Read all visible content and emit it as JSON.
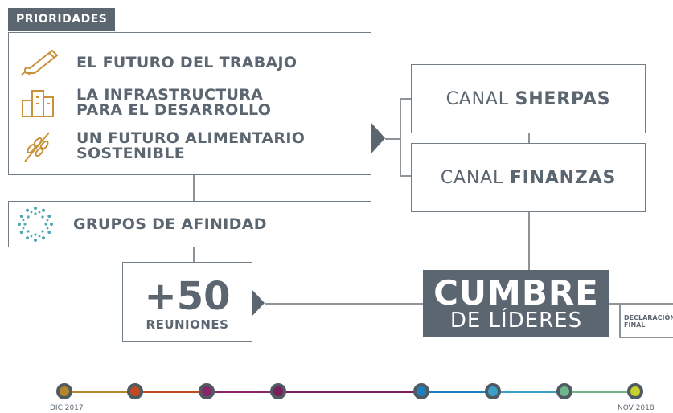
{
  "priorities": {
    "tag": "PRIORIDADES",
    "items": [
      {
        "line1": "EL FUTURO DEL TRABAJO",
        "line2": "",
        "icon": "pen-icon"
      },
      {
        "line1": "LA INFRASTRUCTURA",
        "line2": "PARA EL DESARROLLO",
        "icon": "buildings-icon"
      },
      {
        "line1": "UN FUTURO ALIMENTARIO",
        "line2": "SOSTENIBLE",
        "icon": "wheat-icon"
      }
    ]
  },
  "affinity": {
    "label": "GRUPOS DE AFINIDAD",
    "icon": "dotted-circle-icon"
  },
  "meetings": {
    "number": "+50",
    "label": "REUNIONES"
  },
  "channels": [
    {
      "prefix": "CANAL ",
      "name": "SHERPAS"
    },
    {
      "prefix": "CANAL ",
      "name": "FINANZAS"
    }
  ],
  "summit": {
    "title": "CUMBRE",
    "subtitle": "DE LÍDERES"
  },
  "declaration": {
    "line1": "DECLARACIÓN",
    "line2": "FINAL"
  },
  "timeline": {
    "start": "DIC 2017",
    "end": "NOV 2018",
    "dot_colors": [
      "#b5862c",
      "#c24a1e",
      "#8a2668",
      "#7a1e5c",
      "#1f7fbc",
      "#3aa0c8",
      "#6fb58c",
      "#c5d02a"
    ],
    "segment_colors": [
      "#b5862c",
      "#c24a1e",
      "#8a2668",
      "#7a1e5c",
      "#1f7fbc",
      "#3aa0c8",
      "#6fb58c"
    ],
    "accent": "#5b6670"
  }
}
